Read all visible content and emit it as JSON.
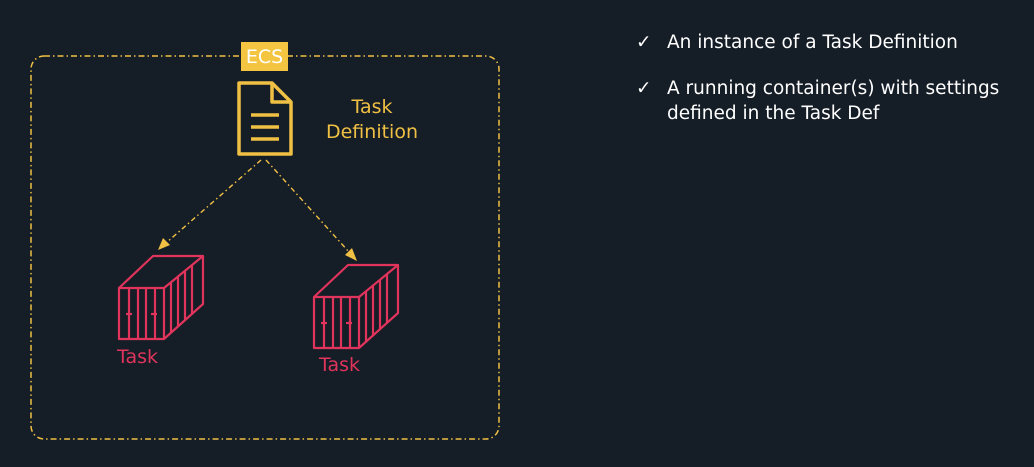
{
  "diagram": {
    "badge": "ECS",
    "task_definition_label": [
      "Task",
      "Definition"
    ],
    "task_label_left": "Task",
    "task_label_right": "Task"
  },
  "bullets": [
    {
      "check": "✓",
      "text": "An instance of a Task Definition"
    },
    {
      "check": "✓",
      "text": "A running container(s) with settings defined in the Task Def"
    }
  ],
  "colors": {
    "background": "#151d26",
    "accent_yellow": "#f0c044",
    "task_red": "#e0345c",
    "text_white": "#ffffff"
  },
  "icons": [
    "document-icon",
    "container-icon",
    "container-icon"
  ]
}
